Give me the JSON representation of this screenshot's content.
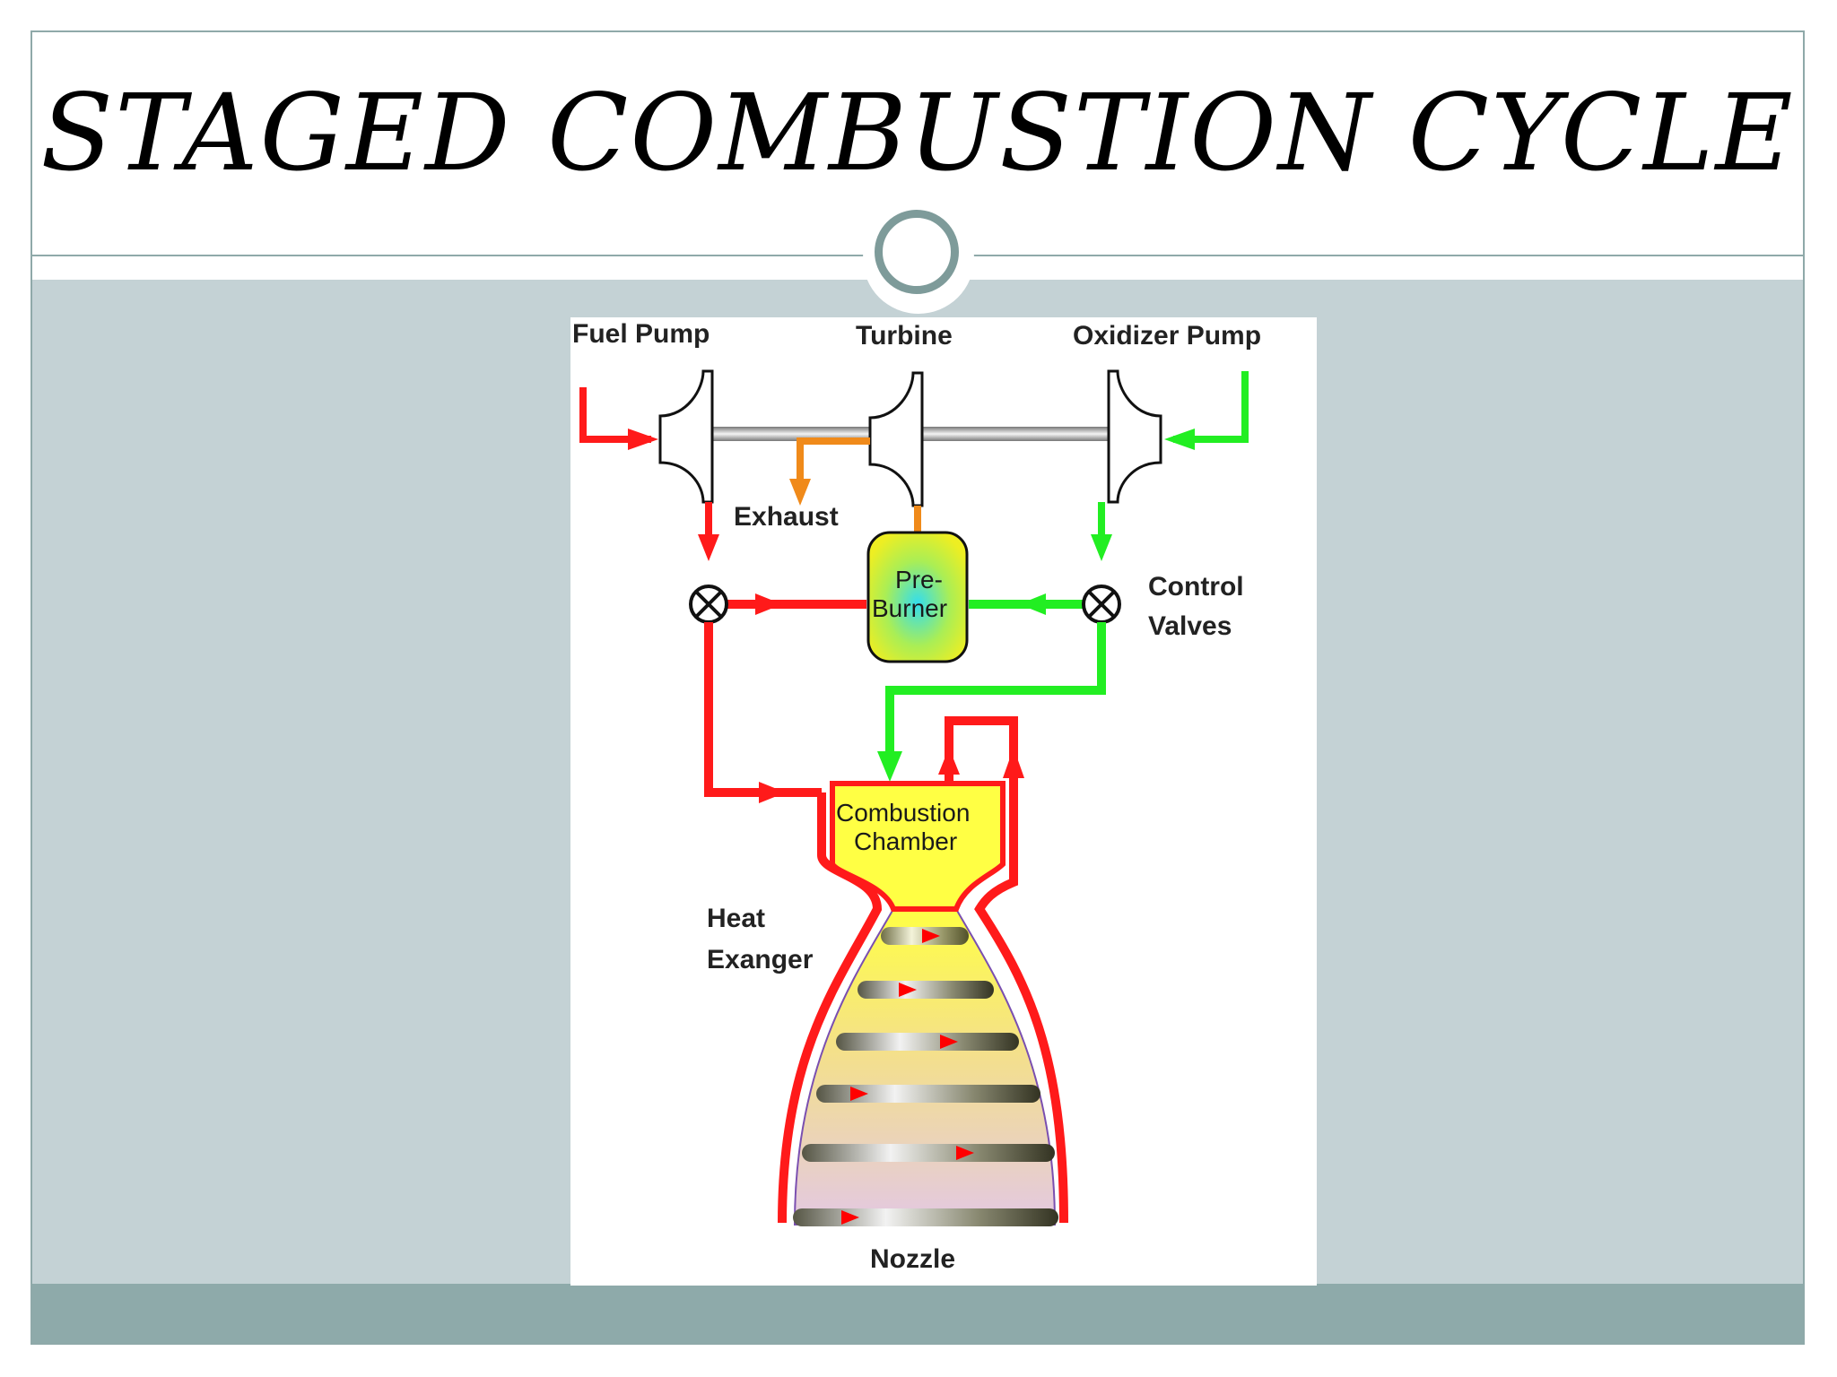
{
  "slide": {
    "title": "STAGED COMBUSTION CYCLE"
  },
  "diagram": {
    "labels": {
      "fuel_pump": "Fuel Pump",
      "turbine": "Turbine",
      "oxidizer_pump": "Oxidizer Pump",
      "exhaust": "Exhaust",
      "preburner_line1": "Pre-",
      "preburner_line2": "Burner",
      "control_valves_line1": "Control",
      "control_valves_line2": "Valves",
      "combustion_line1": "Combustion",
      "combustion_line2": "Chamber",
      "heat_exchanger_line1": "Heat",
      "heat_exchanger_line2": "Exanger",
      "nozzle": "Nozzle"
    },
    "colors": {
      "fuel_line": "#ff1a1a",
      "oxidizer_line": "#22ee22",
      "exhaust_line": "#f08a1a",
      "chamber_fill": "#ffff44",
      "shaft": "#9a9a9a"
    }
  }
}
